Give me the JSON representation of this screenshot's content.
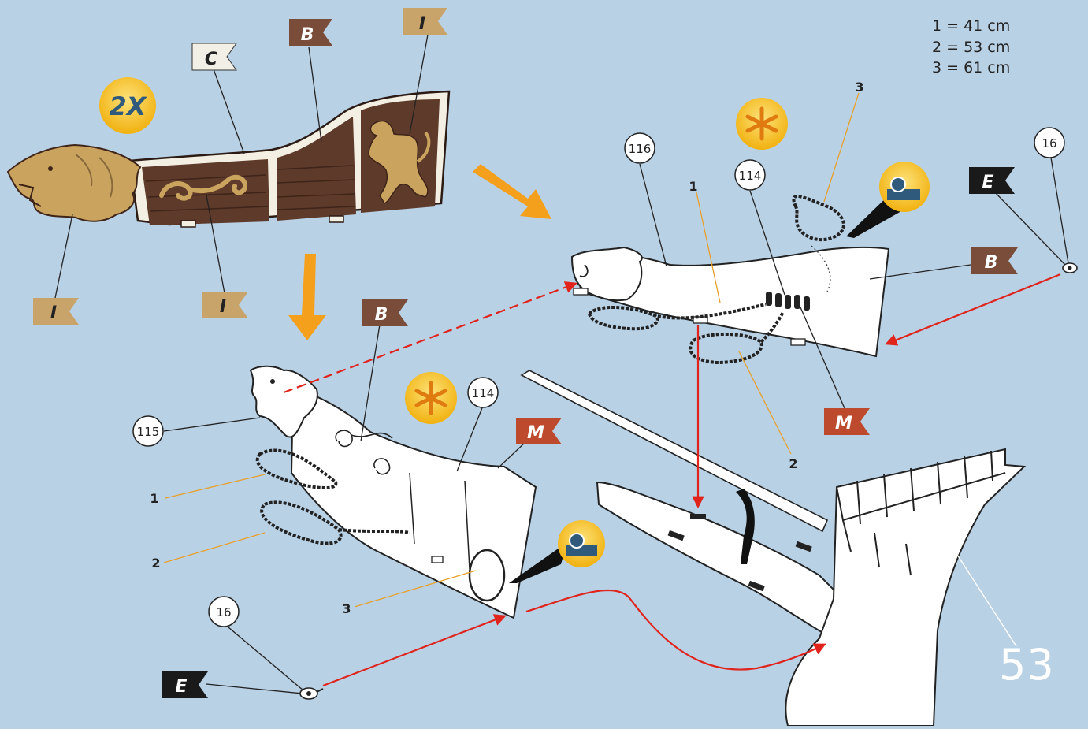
{
  "legend": [
    {
      "num": "1",
      "len": "41 cm"
    },
    {
      "num": "2",
      "len": "53 cm"
    },
    {
      "num": "3",
      "len": "61 cm"
    }
  ],
  "page_number": "53",
  "multiplier_badge": "2X",
  "flags": {
    "B": "B",
    "C": "C",
    "I": "I",
    "M": "M",
    "E": "E"
  },
  "part_numbers": {
    "p115": "115",
    "p116": "116",
    "p114a": "114",
    "p114b": "114",
    "p16a": "16",
    "p16b": "16"
  },
  "rope_labels": {
    "r1a": "1",
    "r2a": "2",
    "r3a": "3",
    "r1b": "1",
    "r2b": "2",
    "r3b": "3"
  },
  "colors": {
    "background": "#b9d1e5",
    "wood_brown": "#5e3a2a",
    "gold": "#caa45e",
    "flag_tan": "#c9a46a",
    "flag_brown": "#7a4d3a",
    "flag_white": "#f2efe6",
    "flag_red": "#bd4a2c",
    "flag_black": "#1a1a1a",
    "arrow_orange": "#f5a01c",
    "arrow_red": "#e0241c",
    "badge_yellow": "#f6c21a"
  },
  "icons": [
    "asterisk-glue-icon",
    "tape-dispenser-icon",
    "lion-head-figurehead",
    "rampant-lion-emblem"
  ]
}
